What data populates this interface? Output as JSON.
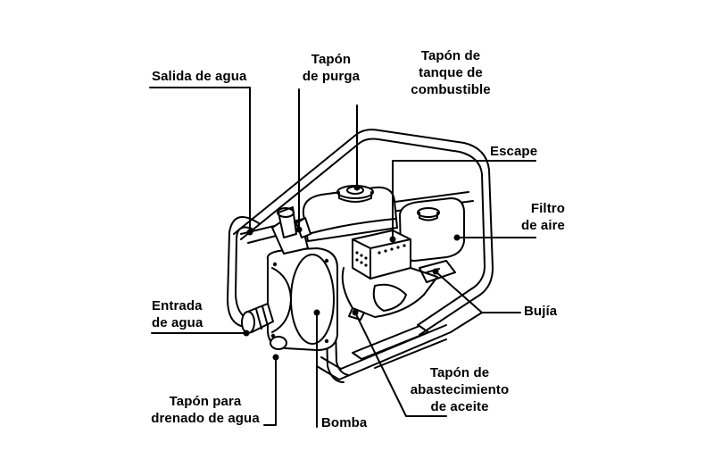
{
  "labels": {
    "salida_agua": {
      "lines": [
        "Salida de agua"
      ]
    },
    "tapon_purga": {
      "lines": [
        "Tapón",
        "de purga"
      ]
    },
    "tapon_tanque": {
      "lines": [
        "Tapón de",
        "tanque de",
        "combustible"
      ]
    },
    "escape": {
      "lines": [
        "Escape"
      ]
    },
    "filtro_aire": {
      "lines": [
        "Filtro",
        "de aire"
      ]
    },
    "bujia": {
      "lines": [
        "Bujía"
      ]
    },
    "entrada_agua": {
      "lines": [
        "Entrada",
        "de agua"
      ]
    },
    "tapon_aceite": {
      "lines": [
        "Tapón de",
        "abastecimiento",
        "de aceite"
      ]
    },
    "tapon_drenado": {
      "lines": [
        "Tapón para",
        "drenado de agua"
      ]
    },
    "bomba": {
      "lines": [
        "Bomba"
      ]
    }
  },
  "colors": {
    "ink": "#000000",
    "paper": "#ffffff",
    "shade": "#e9e9e9"
  }
}
